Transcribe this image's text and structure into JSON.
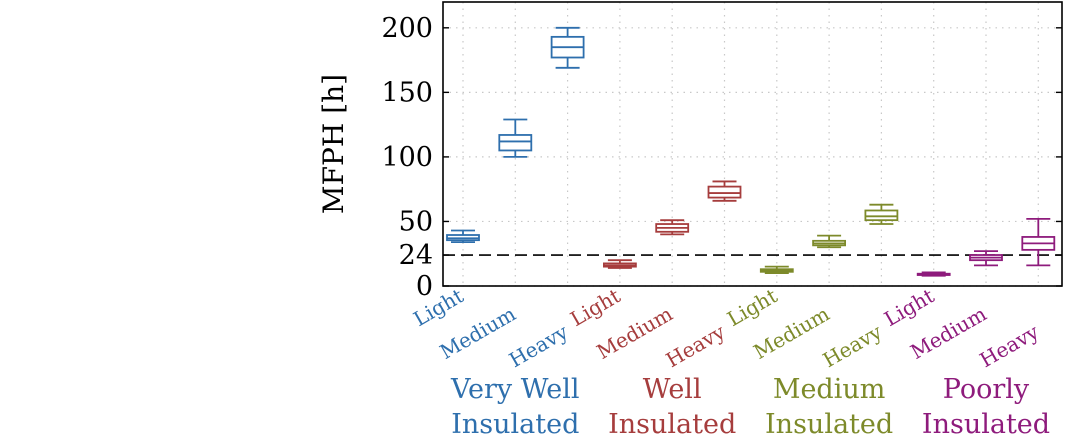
{
  "chart_data": {
    "type": "box",
    "ylabel": "MFPH [h]",
    "ylim": [
      0,
      220
    ],
    "yticks": [
      0,
      24,
      50,
      100,
      150,
      200
    ],
    "grid": true,
    "reference_line": {
      "y": 24,
      "style": "dashed"
    },
    "categories": [
      "Light",
      "Medium",
      "Heavy"
    ],
    "groups": [
      {
        "name": "Very Well Insulated",
        "label_lines": [
          "Very Well",
          "Insulated"
        ],
        "color": "#2e6fad",
        "boxes": [
          {
            "category": "Light",
            "min": 34,
            "q1": 35.5,
            "median": 37,
            "q3": 39.5,
            "max": 43
          },
          {
            "category": "Medium",
            "min": 100,
            "q1": 105,
            "median": 112,
            "q3": 117,
            "max": 129
          },
          {
            "category": "Heavy",
            "min": 169,
            "q1": 177,
            "median": 185,
            "q3": 193,
            "max": 200
          }
        ]
      },
      {
        "name": "Well Insulated",
        "label_lines": [
          "Well",
          "Insulated"
        ],
        "color": "#a63d3d",
        "boxes": [
          {
            "category": "Light",
            "min": 14,
            "q1": 15,
            "median": 16,
            "q3": 17.5,
            "max": 20
          },
          {
            "category": "Medium",
            "min": 40,
            "q1": 42,
            "median": 45,
            "q3": 48,
            "max": 51
          },
          {
            "category": "Heavy",
            "min": 66,
            "q1": 68.5,
            "median": 72,
            "q3": 77,
            "max": 81
          }
        ]
      },
      {
        "name": "Medium Insulated",
        "label_lines": [
          "Medium",
          "Insulated"
        ],
        "color": "#7d8a2a",
        "boxes": [
          {
            "category": "Light",
            "min": 10,
            "q1": 11,
            "median": 12,
            "q3": 13,
            "max": 15
          },
          {
            "category": "Medium",
            "min": 30,
            "q1": 31.5,
            "median": 33,
            "q3": 35,
            "max": 39
          },
          {
            "category": "Heavy",
            "min": 48,
            "q1": 51,
            "median": 54,
            "q3": 58.5,
            "max": 63
          }
        ]
      },
      {
        "name": "Poorly Insulated",
        "label_lines": [
          "Poorly",
          "Insulated"
        ],
        "color": "#8e1b7c",
        "boxes": [
          {
            "category": "Light",
            "min": 8,
            "q1": 8.5,
            "median": 9,
            "q3": 9.5,
            "max": 10.5
          },
          {
            "category": "Medium",
            "min": 16,
            "q1": 20,
            "median": 22,
            "q3": 24,
            "max": 27
          },
          {
            "category": "Heavy",
            "min": 16,
            "q1": 28,
            "median": 33,
            "q3": 38,
            "max": 52
          }
        ]
      }
    ]
  }
}
